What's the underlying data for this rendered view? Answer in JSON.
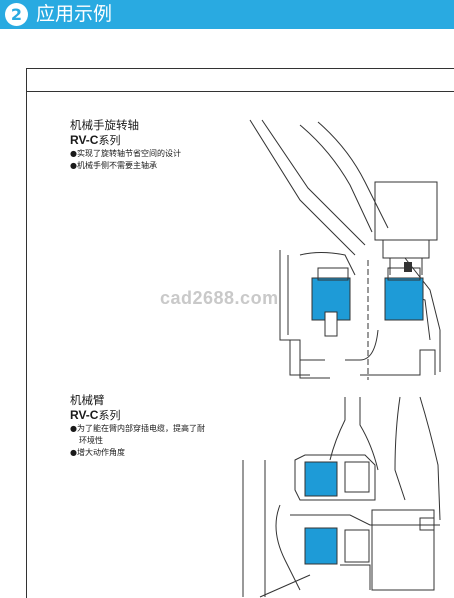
{
  "section": {
    "number": "2",
    "title": "应用示例"
  },
  "watermark": "cad2688.com",
  "examples": [
    {
      "title": "机械手旋转轴",
      "series_code": "RV-C",
      "series_suffix": "系列",
      "bullets": [
        "●实现了旋转轴节省空间的设计",
        "●机械手侧不需要主轴承"
      ]
    },
    {
      "title": "机械臂",
      "series_code": "RV-C",
      "series_suffix": "系列",
      "bullets": [
        "●为了能在臂内部穿插电缆，提高了耐",
        "环境性",
        "●增大动作角度"
      ]
    }
  ],
  "colors": {
    "banner": "#29aae1",
    "reducer_fill": "#1e9bd7",
    "line": "#333333"
  },
  "icons": [
    "number-badge"
  ]
}
